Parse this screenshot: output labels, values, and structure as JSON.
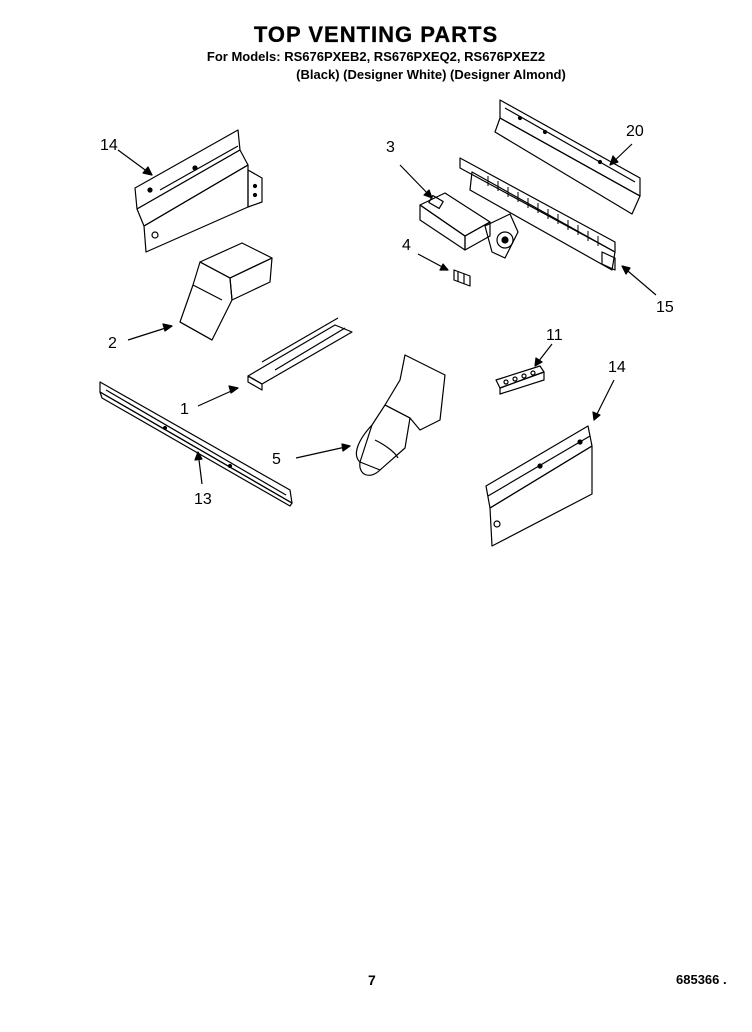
{
  "header": {
    "title": "TOP VENTING PARTS",
    "models_line": "For Models: RS676PXEB2, RS676PXEQ2, RS676PXEZ2",
    "colors_line": "(Black) (Designer White) (Designer Almond)"
  },
  "callouts": {
    "c14_top": "14",
    "c3": "3",
    "c20": "20",
    "c4": "4",
    "c15": "15",
    "c2": "2",
    "c11": "11",
    "c14_right": "14",
    "c1": "1",
    "c5": "5",
    "c13": "13"
  },
  "footer": {
    "page_number": "7",
    "document_number": "685366 ."
  },
  "colors": {
    "ink": "#000000",
    "background": "#ffffff"
  }
}
